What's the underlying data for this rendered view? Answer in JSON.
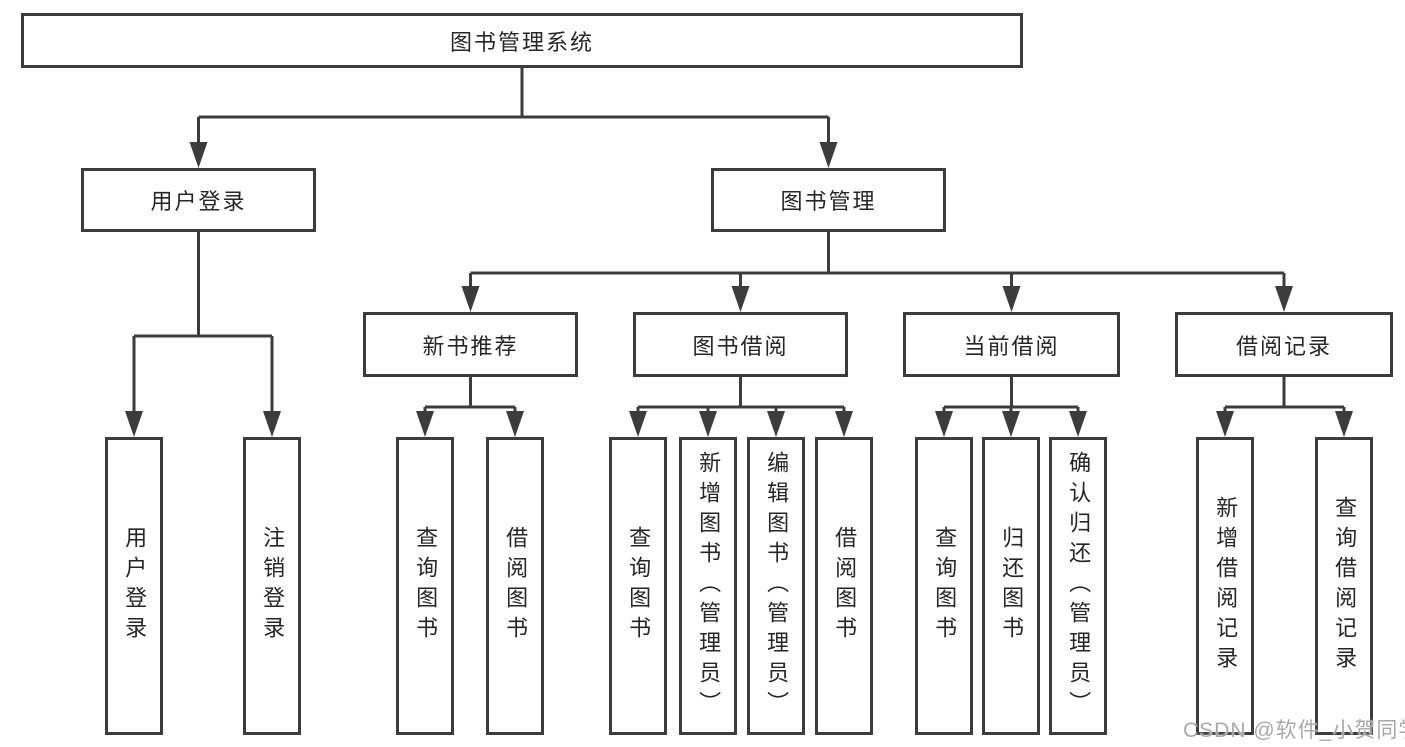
{
  "diagram": {
    "title": "图书管理系统",
    "nodes": [
      {
        "id": "root",
        "label": "图书管理系统",
        "parent": null
      },
      {
        "id": "user-login",
        "label": "用户登录",
        "parent": "root"
      },
      {
        "id": "book-mgmt",
        "label": "图书管理",
        "parent": "root"
      },
      {
        "id": "new-books",
        "label": "新书推荐",
        "parent": "book-mgmt"
      },
      {
        "id": "book-borrow",
        "label": "图书借阅",
        "parent": "book-mgmt"
      },
      {
        "id": "current-borrow",
        "label": "当前借阅",
        "parent": "book-mgmt"
      },
      {
        "id": "borrow-records",
        "label": "借阅记录",
        "parent": "book-mgmt"
      },
      {
        "id": "leaf-user-login",
        "label": "用户登录",
        "parent": "user-login"
      },
      {
        "id": "leaf-logout",
        "label": "注销登录",
        "parent": "user-login"
      },
      {
        "id": "leaf-nb-query",
        "label": "查询图书",
        "parent": "new-books"
      },
      {
        "id": "leaf-nb-borrow",
        "label": "借阅图书",
        "parent": "new-books"
      },
      {
        "id": "leaf-bb-query",
        "label": "查询图书",
        "parent": "book-borrow"
      },
      {
        "id": "leaf-bb-add",
        "label": "新增图书（管理员）",
        "parent": "book-borrow"
      },
      {
        "id": "leaf-bb-edit",
        "label": "编辑图书（管理员）",
        "parent": "book-borrow"
      },
      {
        "id": "leaf-bb-borrow",
        "label": "借阅图书",
        "parent": "book-borrow"
      },
      {
        "id": "leaf-cb-query",
        "label": "查询图书",
        "parent": "current-borrow"
      },
      {
        "id": "leaf-cb-return",
        "label": "归还图书",
        "parent": "current-borrow"
      },
      {
        "id": "leaf-cb-confirm",
        "label": "确认归还（管理员）",
        "parent": "current-borrow"
      },
      {
        "id": "leaf-br-add",
        "label": "新增借阅记录",
        "parent": "borrow-records"
      },
      {
        "id": "leaf-br-query",
        "label": "查询借阅记录",
        "parent": "borrow-records"
      }
    ]
  },
  "watermark": {
    "text": "CSDN @软件_小贺同学"
  },
  "colors": {
    "line": "#3c3c3c",
    "box_border": "#3c3c3c",
    "box_background": "#ffffff",
    "text": "#262626",
    "watermark": "#a9a9a9",
    "background": "#ffffff"
  }
}
